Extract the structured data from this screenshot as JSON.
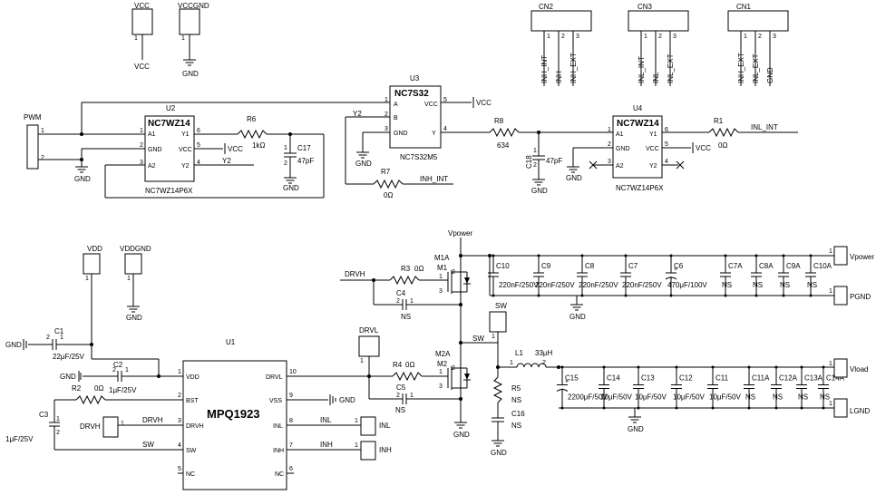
{
  "top": {
    "vcc_box": {
      "ref": "VCC",
      "pin": "1",
      "net": "VCC"
    },
    "vccgnd_box": {
      "ref": "VCCGND",
      "pin": "1",
      "net": "GND"
    },
    "pwm": {
      "ref": "PWM",
      "p1": "1",
      "p2": "2",
      "gnd": "GND"
    },
    "u2": {
      "ref": "U2",
      "name": "NC7WZ14",
      "part": "NC7WZ14P6X",
      "pins": [
        {
          "num": "1",
          "name": "A1"
        },
        {
          "num": "2",
          "name": "GND"
        },
        {
          "num": "3",
          "name": "A2"
        },
        {
          "num": "6",
          "name": "Y1"
        },
        {
          "num": "5",
          "name": "VCC"
        },
        {
          "num": "4",
          "name": "Y2"
        }
      ],
      "vcc_label": "VCC",
      "y2_label": "Y2",
      "gnd": "GND"
    },
    "r6": {
      "ref": "R6",
      "value": "1kΩ"
    },
    "c17": {
      "ref": "C17",
      "value": "47pF",
      "p1": "1",
      "p2": "2",
      "gnd": "GND"
    },
    "u3": {
      "ref": "U3",
      "name": "NC7S32",
      "part": "NC7S32M5",
      "pins": [
        {
          "num": "1",
          "name": "A"
        },
        {
          "num": "2",
          "name": "B"
        },
        {
          "num": "3",
          "name": "GND"
        },
        {
          "num": "5",
          "name": "VCC"
        },
        {
          "num": "4",
          "name": "Y"
        }
      ],
      "vcc_label": "VCC",
      "y2_label": "Y2",
      "gnd": "GND"
    },
    "r7": {
      "ref": "R7",
      "value": "0Ω",
      "net": "INH_INT"
    },
    "r8": {
      "ref": "R8",
      "value": "634"
    },
    "c18": {
      "ref": "C18",
      "value": "47pF",
      "p1": "1",
      "p2": "2",
      "gnd": "GND"
    },
    "u4": {
      "ref": "U4",
      "name": "NC7WZ14",
      "part": "NC7WZ14P6X",
      "pins": [
        {
          "num": "1",
          "name": "A1"
        },
        {
          "num": "2",
          "name": "GND"
        },
        {
          "num": "3",
          "name": "A2"
        },
        {
          "num": "6",
          "name": "Y1"
        },
        {
          "num": "5",
          "name": "VCC"
        },
        {
          "num": "4",
          "name": "Y2"
        }
      ],
      "vcc_label": "VCC",
      "gnd": "GND"
    },
    "r1": {
      "ref": "R1",
      "value": "0Ω",
      "net": "INL_INT"
    },
    "cn2": {
      "ref": "CN2",
      "nets": [
        "INH_INT",
        "INH",
        "INH_EXT"
      ],
      "pins": [
        "1",
        "2",
        "3"
      ]
    },
    "cn3": {
      "ref": "CN3",
      "nets": [
        "INL_INT",
        "INL",
        "INL_EXT"
      ],
      "pins": [
        "1",
        "2",
        "3"
      ]
    },
    "cn1": {
      "ref": "CN1",
      "nets": [
        "INH_EXT",
        "INL_EXT",
        "GND"
      ],
      "pins": [
        "1",
        "2",
        "3"
      ]
    }
  },
  "bottom": {
    "vdd_box": {
      "ref": "VDD",
      "pin": "1"
    },
    "vddgnd_box": {
      "ref": "VDDGND",
      "pin": "1",
      "gnd": "GND"
    },
    "c1": {
      "ref": "C1",
      "value": "22μF/25V",
      "p1": "1",
      "p2": "2",
      "gnd": "GND"
    },
    "c2": {
      "ref": "C2",
      "value": "1μF/25V",
      "p1": "1",
      "p2": "2",
      "gnd": "GND"
    },
    "r2": {
      "ref": "R2",
      "value": "0Ω"
    },
    "c3": {
      "ref": "C3",
      "value": "1μF/25V",
      "p1": "1",
      "p2": "2"
    },
    "drvh_conn": {
      "ref": "DRVH",
      "pin": "1"
    },
    "u1": {
      "ref": "U1",
      "name": "MPQ1923",
      "left_pins": [
        {
          "num": "1",
          "name": "VDD"
        },
        {
          "num": "2",
          "name": "BST"
        },
        {
          "num": "3",
          "name": "DRVH"
        },
        {
          "num": "4",
          "name": "SW"
        },
        {
          "num": "5",
          "name": "NC"
        }
      ],
      "right_pins": [
        {
          "num": "10",
          "name": "DRVL"
        },
        {
          "num": "9",
          "name": "VSS"
        },
        {
          "num": "8",
          "name": "INL"
        },
        {
          "num": "7",
          "name": "INH"
        },
        {
          "num": "6",
          "name": "NC"
        }
      ],
      "gnd": "GND"
    },
    "nets": {
      "drvh": "DRVH",
      "sw": "SW",
      "inl": "INL",
      "inh": "INH"
    },
    "inl_conn": {
      "ref": "INL",
      "pin": "1"
    },
    "inh_conn": {
      "ref": "INH",
      "pin": "1"
    },
    "drvl_conn": {
      "ref": "DRVL",
      "pin": "1"
    },
    "r3": {
      "ref": "R3",
      "value": "0Ω"
    },
    "c4": {
      "ref": "C4",
      "value": "NS",
      "p1": "1",
      "p2": "2"
    },
    "m1": {
      "ref": "M1",
      "alt": "M1A",
      "pins": [
        "1",
        "2",
        "3"
      ]
    },
    "r4": {
      "ref": "R4",
      "value": "0Ω"
    },
    "c5": {
      "ref": "C5",
      "value": "NS",
      "p1": "1",
      "p2": "2"
    },
    "m2": {
      "ref": "M2",
      "alt": "M2A",
      "pins": [
        "1",
        "2",
        "3"
      ]
    },
    "sw_conn": {
      "ref": "SW",
      "pin": "1"
    },
    "sw_net": "SW",
    "vpower_net": "Vpower",
    "bus_caps": [
      {
        "ref": "C10",
        "value": "220nF/250V"
      },
      {
        "ref": "C9",
        "value": "220nF/250V"
      },
      {
        "ref": "C8",
        "value": "220nF/250V"
      },
      {
        "ref": "C7",
        "value": "220nF/250V"
      },
      {
        "ref": "C6",
        "value": "470μF/100V"
      },
      {
        "ref": "C7A",
        "value": "NS"
      },
      {
        "ref": "C8A",
        "value": "NS"
      },
      {
        "ref": "C9A",
        "value": "NS"
      },
      {
        "ref": "C10A",
        "value": "NS"
      }
    ],
    "vpower_conn": {
      "ref": "Vpower",
      "pin": "1"
    },
    "pgnd_conn": {
      "ref": "PGND",
      "pin": "1"
    },
    "gnd": "GND",
    "l1": {
      "ref": "L1",
      "value": "33μH",
      "p1": "1",
      "p2": "2"
    },
    "r5": {
      "ref": "R5",
      "value": "NS"
    },
    "c16": {
      "ref": "C16",
      "value": "NS"
    },
    "out_caps": [
      {
        "ref": "C15",
        "value": "2200μF/50V"
      },
      {
        "ref": "C14",
        "value": "10μF/50V"
      },
      {
        "ref": "C13",
        "value": "10μF/50V"
      },
      {
        "ref": "C12",
        "value": "10μF/50V"
      },
      {
        "ref": "C11",
        "value": "10μF/50V"
      },
      {
        "ref": "C11A",
        "value": "NS"
      },
      {
        "ref": "C12A",
        "value": "NS"
      },
      {
        "ref": "C13A",
        "value": "NS"
      },
      {
        "ref": "C14A",
        "value": "NS"
      }
    ],
    "vload_conn": {
      "ref": "Vload",
      "pin": "1"
    },
    "lgnd_conn": {
      "ref": "LGND",
      "pin": "1"
    }
  }
}
